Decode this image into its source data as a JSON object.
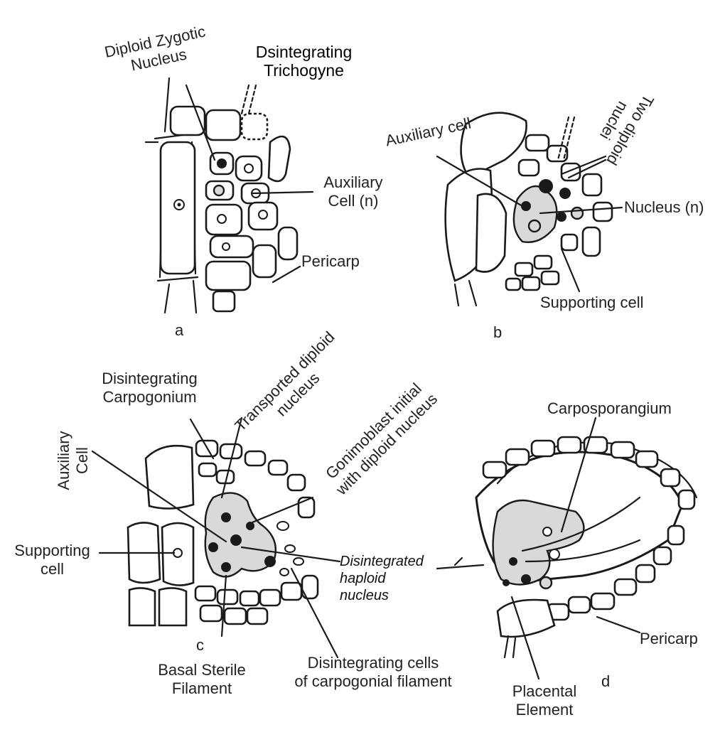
{
  "panels": [
    {
      "id": "a",
      "letter": "a",
      "labels": {
        "diploid_zygotic_nucleus": [
          "Diploid Zygotic",
          "Nucleus"
        ],
        "dsintegrating_trichogyne": [
          "Dsintegrating",
          "Trichogyne"
        ],
        "auxiliary_cell": [
          "Auxiliary",
          "Cell (n)"
        ],
        "pericarp": "Pericarp"
      }
    },
    {
      "id": "b",
      "letter": "b",
      "labels": {
        "auxiliary_cell": "Auxiliary cell",
        "two_diploid_nuclei": [
          "Two diploid",
          "nuclei"
        ],
        "nucleus_n": "Nucleus (n)",
        "supporting_cell": "Supporting cell"
      }
    },
    {
      "id": "c",
      "letter": "c",
      "labels": {
        "disintegrating_carpogonium": [
          "Disintegrating",
          "Carpogonium"
        ],
        "transported_diploid_nucleus": [
          "Transported diploid",
          "nucleus"
        ],
        "gonimoblast_initial": [
          "Gonimoblast initial",
          "with diploid nucleus"
        ],
        "auxiliary_cell": [
          "Auxiliary",
          "Cell"
        ],
        "supporting_cell": [
          "Supporting",
          "cell"
        ],
        "disintegrated_haploid_nucleus": [
          "Disintegrated",
          "haploid",
          "nucleus"
        ],
        "basal_sterile_filament": [
          "Basal Sterile",
          "Filament"
        ],
        "disintegrating_cells": [
          "Disintegrating cells",
          "of carpogonial filament"
        ]
      }
    },
    {
      "id": "d",
      "letter": "d",
      "labels": {
        "carposporangium": "Carposporangium",
        "pericarp": "Pericarp",
        "placental_element": [
          "Placental",
          "Element"
        ]
      }
    }
  ]
}
